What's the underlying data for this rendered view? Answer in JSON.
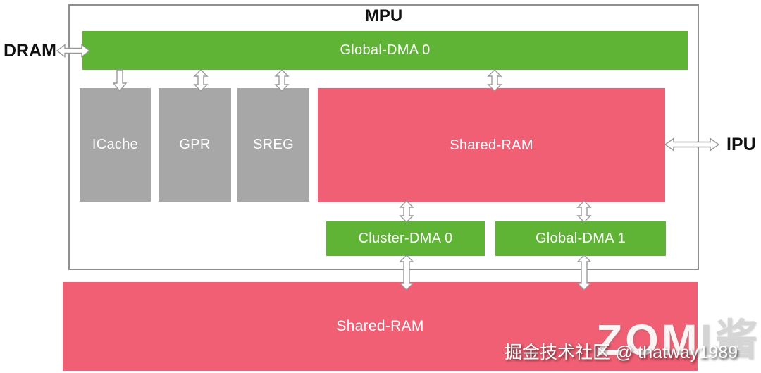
{
  "diagram": {
    "title": "MPU",
    "external_left_label": "DRAM",
    "external_right_label": "IPU",
    "blocks": {
      "global_dma0": "Global-DMA 0",
      "icache": "ICache",
      "gpr": "GPR",
      "sreg": "SREG",
      "shared_ram_top": "Shared-RAM",
      "cluster_dma0": "Cluster-DMA 0",
      "global_dma1": "Global-DMA 1",
      "shared_ram_bottom": "Shared-RAM"
    },
    "colors": {
      "dma_green": "#5FB436",
      "ram_pink": "#F05F73",
      "block_gray": "#A7A7A7",
      "boundary_gray": "#909090"
    },
    "watermark": {
      "brand_left": "ZOM",
      "brand_right": "I酱",
      "credit": "掘金技术社区 @ thatway1989"
    }
  }
}
